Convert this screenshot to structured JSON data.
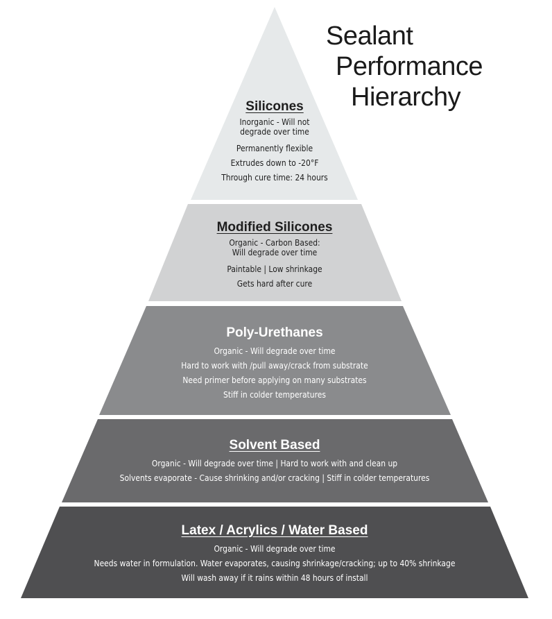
{
  "title": {
    "line1": "Sealant",
    "line2": "Performance",
    "line3": "Hierarchy"
  },
  "colors": {
    "tier1": "#e6e9ea",
    "tier2": "#d1d2d3",
    "tier3": "#8a8b8d",
    "tier4": "#6a6a6c",
    "tier5": "#4f4f51"
  },
  "tiers": [
    {
      "heading": "Silicones",
      "lines": [
        "Inorganic - Will not",
        "degrade over time",
        "Permanently flexible",
        "Extrudes down to -20°F",
        "Through cure time: 24 hours"
      ]
    },
    {
      "heading": "Modified Silicones",
      "lines": [
        "Organic - Carbon Based:",
        "Will degrade over time",
        "Paintable   |   Low shrinkage",
        "Gets hard after cure"
      ]
    },
    {
      "heading": "Poly-Urethanes",
      "lines": [
        "Organic - Will degrade over time",
        "Hard to work with /pull away/crack from substrate",
        "Need primer before applying on many substrates",
        "Stiff in colder temperatures"
      ]
    },
    {
      "heading": "Solvent Based",
      "lines": [
        "Organic - Will degrade over time  |  Hard to work with and clean up",
        "Solvents evaporate - Cause shrinking and/or cracking  |  Stiff in colder temperatures"
      ]
    },
    {
      "heading": "Latex / Acrylics / Water Based",
      "lines": [
        "Organic - Will degrade over time",
        "Needs water in formulation. Water evaporates, causing shrinkage/cracking; up to 40% shrinkage",
        "Will wash away if it rains within 48 hours of install"
      ]
    }
  ]
}
